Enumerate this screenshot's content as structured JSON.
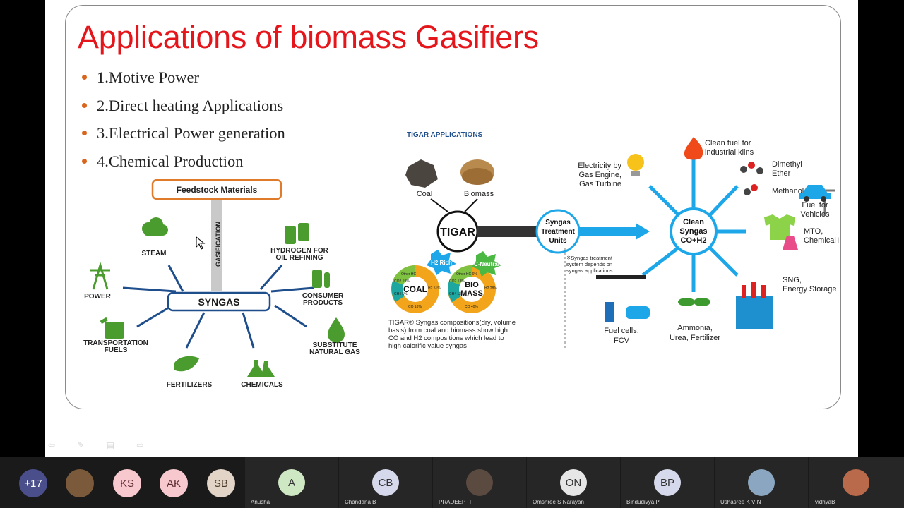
{
  "slide": {
    "title": "Applications of biomass Gasifiers",
    "bullets": [
      "1.Motive Power",
      "2.Direct heating Applications",
      "3.Electrical Power generation",
      "4.Chemical Production"
    ]
  },
  "syngas_diagram": {
    "feedstock": "Feedstock Materials",
    "gasification": "GASIFICATION",
    "center": "SYNGAS",
    "steam": "STEAM",
    "hydrogen": [
      "HYDROGEN FOR",
      "OIL REFINING"
    ],
    "power": "POWER",
    "consumer": [
      "CONSUMER",
      "PRODUCTS"
    ],
    "transportation": [
      "TRANSPORTATION",
      "FUELS"
    ],
    "substitute": [
      "SUBSTITUTE",
      "NATURAL GAS"
    ],
    "fertilizers": "FERTILIZERS",
    "chemicals": "CHEMICALS"
  },
  "tigar_diagram": {
    "header": "TIGAR APPLICATIONS",
    "coal": "Coal",
    "biomass": "Biomass",
    "tigar": "TIGAR",
    "treatment": [
      "Syngas",
      "Treatment",
      "Units"
    ],
    "clean_syngas": [
      "Clean",
      "Syngas",
      "CO+H2"
    ],
    "electricity": [
      "Electricity by",
      "Gas Engine,",
      "Gas Turbine"
    ],
    "clean_fuel": [
      "Clean fuel for",
      "industrial kilns"
    ],
    "dimethyl": [
      "Dimethyl",
      "Ether"
    ],
    "methanol": "Methanol",
    "fuel_vehicles": [
      "Fuel for",
      "Vehicles"
    ],
    "mto": [
      "MTO,",
      "Chemical Feedstock"
    ],
    "sng": [
      "SNG,",
      "Energy Storage"
    ],
    "ammonia": [
      "Ammonia,",
      "Urea, Fertilizer"
    ],
    "fuel_cells": [
      "Fuel cells,",
      "FCV"
    ],
    "treatment_note": [
      "※Syngas treatment",
      "system depends on",
      "syngas applications"
    ],
    "h2_rich": "H2 Rich",
    "c_neutral": "C-Neutral",
    "coal_ring": "COAL",
    "bio_ring": [
      "BIO",
      "MASS"
    ],
    "coal_segments": [
      "Other HC",
      "CO2 19%",
      "CH4 5%",
      "CO 18%",
      "H2 51%"
    ],
    "bio_segments": [
      "Other HC 6%",
      "CO2 13%",
      "CH4 13%",
      "CO 40%",
      "H2 28%"
    ],
    "caption": [
      "TIGAR® Syngas compositions(dry, volume",
      "basis) from coal and biomass show high",
      "CO and H2 compositions which lead to",
      "high calorific value syngas"
    ]
  },
  "participants": {
    "overflow": "+17",
    "small": [
      "KS",
      "AK",
      "SB"
    ],
    "tiles": [
      {
        "initials": "A",
        "name": "Anusha"
      },
      {
        "initials": "CB",
        "name": "Chandana B"
      },
      {
        "initials": "",
        "name": "PRADEEP .T"
      },
      {
        "initials": "ON",
        "name": "Omshree S Narayan"
      },
      {
        "initials": "BP",
        "name": "Bindudivya P"
      },
      {
        "initials": "",
        "name": "Ushasree K V N"
      },
      {
        "initials": "",
        "name": "vidhyaB"
      }
    ]
  },
  "colors": {
    "title": "#e4161b",
    "bullet": "#d9661f",
    "green": "#4a9c2e",
    "navy": "#1f4e8c",
    "sky": "#1ea7e8",
    "orange": "#e07b2a"
  }
}
